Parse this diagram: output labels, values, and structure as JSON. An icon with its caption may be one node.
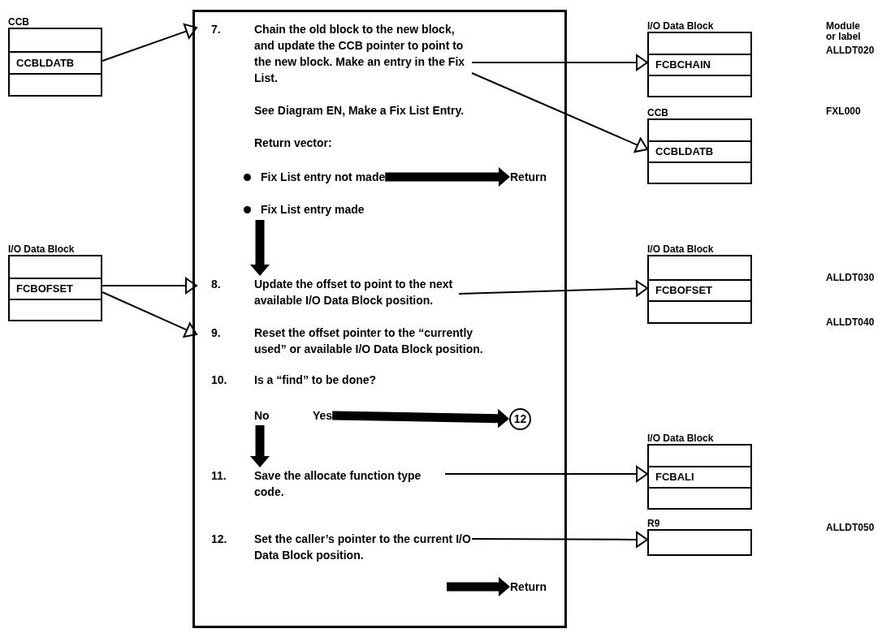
{
  "diagram": {
    "nodes": [
      {
        "text": [
          "CCB",
          "CCBLDATB"
        ]
      },
      {
        "text": [
          "I/O Data Block",
          "FCBOFSET"
        ]
      },
      {
        "text": [],
        "shape": "box"
      },
      {
        "text": [
          "7.",
          "Chain the old block to the new block, and update the CCB pointer to point to the new block. Make an entry in the Fix List.",
          "See Diagram EN, Make a Fix List Entry.",
          "Return vector:"
        ],
        "in": 2
      },
      {
        "text": [
          "Fix List entry not made"
        ],
        "in": 2
      },
      {
        "text": [
          "Return"
        ],
        "in": 2
      },
      {
        "text": [
          "Fix List entry made"
        ],
        "in": 2
      },
      {
        "text": [
          "8.",
          "Update the offset to point to the next available I/O Data Block position."
        ],
        "in": 2
      },
      {
        "text": [
          "9.",
          "Reset the offset pointer to the “currently used” or available I/O Data Block position."
        ],
        "in": 2
      },
      {
        "text": [
          "10.",
          "Is a “find” to be done?"
        ],
        "in": 2
      },
      {
        "text": [
          "No"
        ],
        "in": 2
      },
      {
        "text": [
          "Yes"
        ],
        "in": 2
      },
      {
        "text": [
          "12"
        ],
        "in": 2
      },
      {
        "text": [
          "11.",
          "Save the allocate function type code."
        ],
        "in": 2
      },
      {
        "text": [
          "12.",
          "Set the caller’s pointer to the current I/O Data Block position."
        ],
        "in": 2
      },
      {
        "text": [
          "Return"
        ],
        "in": 2
      },
      {
        "text": [
          "I/O Data Block",
          "FCBCHAIN"
        ]
      },
      {
        "text": [
          "CCB",
          "CCBLDATB"
        ]
      },
      {
        "text": [
          "I/O Data Block",
          "FCBOFSET"
        ]
      },
      {
        "text": [
          "I/O Data Block",
          "FCBALI"
        ]
      },
      {
        "text": [
          "R9"
        ]
      }
    ],
    "edges": [
      {
        "from": 0,
        "to": 3,
        "arrow": "to"
      },
      {
        "from": 1,
        "to": 7,
        "arrow": "to"
      },
      {
        "from": 1,
        "to": 8,
        "arrow": "to"
      },
      {
        "from": 3,
        "to": 16,
        "arrow": "to"
      },
      {
        "from": 3,
        "to": 17,
        "arrow": "to"
      },
      {
        "from": 7,
        "to": 18,
        "arrow": "to"
      },
      {
        "from": 13,
        "to": 19,
        "arrow": "to"
      },
      {
        "from": 14,
        "to": 20,
        "arrow": "to"
      },
      {
        "from": 4,
        "to": 5,
        "arrow": "to",
        "style": "thick"
      },
      {
        "from": 6,
        "to": 7,
        "arrow": "to",
        "style": "thick"
      },
      {
        "from": 10,
        "to": 13,
        "arrow": "to",
        "style": "thick"
      },
      {
        "from": 11,
        "to": 12,
        "arrow": "to",
        "style": "thick"
      },
      {
        "from": null,
        "to": 15,
        "arrow": "to",
        "style": "thick"
      }
    ],
    "labels": [
      "Module or label",
      "ALLDT020",
      "FXL000",
      "ALLDT030",
      "ALLDT040",
      "ALLDT050"
    ]
  }
}
